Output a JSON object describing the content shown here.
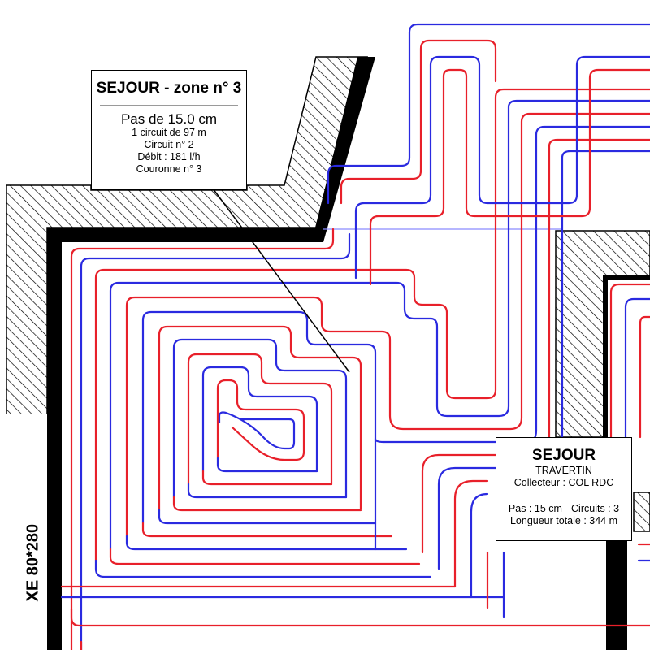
{
  "zone_label": {
    "title": "SEJOUR - zone n° 3",
    "pitch": "Pas de 15.0 cm",
    "circuit_length": "1 circuit de 97 m",
    "circuit_number": "Circuit n° 2",
    "flow": "Débit : 181 l/h",
    "ring": "Couronne n° 3"
  },
  "room_label": {
    "title": "SEJOUR",
    "floor_finish": "TRAVERTIN",
    "collector": "Collecteur : COL RDC",
    "pitch_circuits": "Pas : 15 cm - Circuits : 3",
    "total_length": "Longueur totale : 344 m"
  },
  "door_label": "XE 80*280",
  "colors": {
    "supply_pipe": "#e8202a",
    "return_pipe": "#2a2ae0",
    "wall": "#000000",
    "hatch": "#000000",
    "reference_line": "#8a8aff"
  }
}
